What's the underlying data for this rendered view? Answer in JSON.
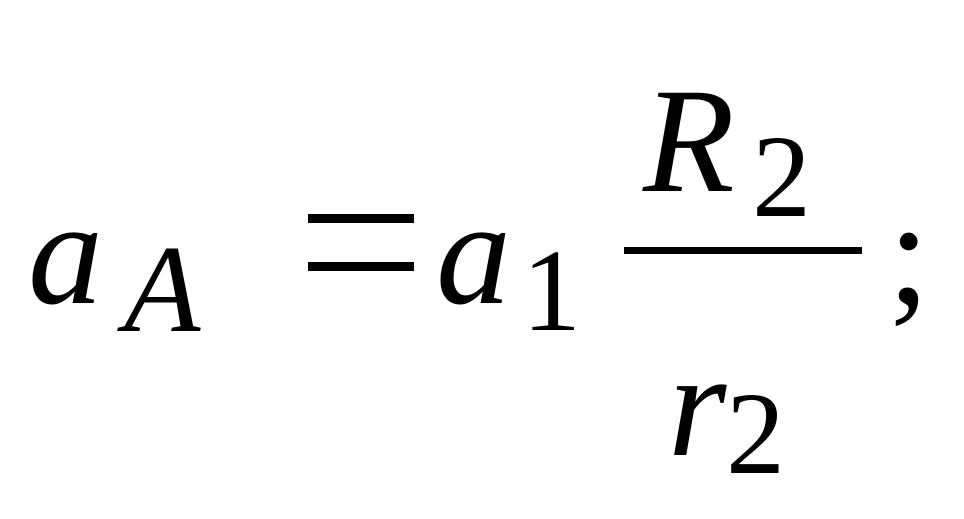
{
  "formula": {
    "lhs": {
      "base": "a",
      "subscript": "A"
    },
    "relation": "=",
    "rhs": {
      "coefficient": {
        "base": "a",
        "subscript": "1"
      },
      "fraction": {
        "numerator": {
          "base": "R",
          "subscript": "2"
        },
        "denominator": {
          "base": "r",
          "subscript": "2"
        }
      }
    },
    "terminator": ";"
  }
}
